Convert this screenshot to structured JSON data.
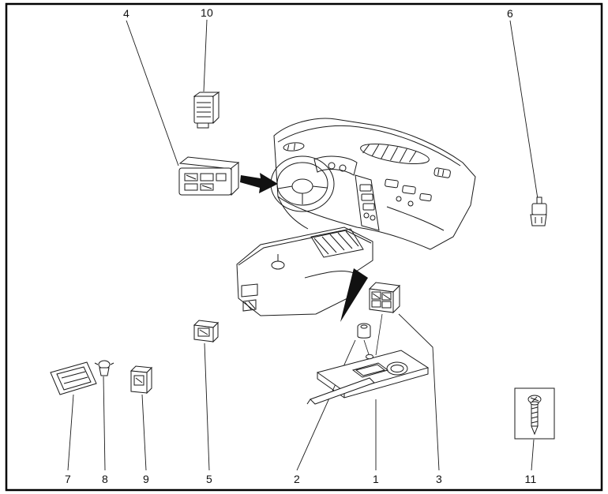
{
  "style": {
    "ink": "#1a1a1a",
    "background": "#ffffff"
  },
  "diagram": {
    "type": "exploded-parts-diagram",
    "subject": "vehicle-crash-pad-and-console-switches",
    "callouts": {
      "top": [
        {
          "label": "4"
        },
        {
          "label": "10"
        },
        {
          "label": "6"
        }
      ],
      "bottom": [
        {
          "label": "7"
        },
        {
          "label": "8"
        },
        {
          "label": "9"
        },
        {
          "label": "5"
        },
        {
          "label": "2"
        },
        {
          "label": "1"
        },
        {
          "label": "3"
        },
        {
          "label": "11"
        }
      ]
    }
  }
}
